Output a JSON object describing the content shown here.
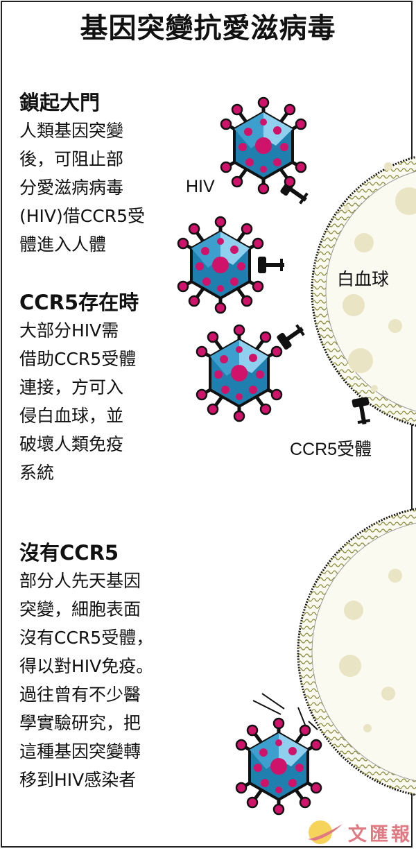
{
  "title": "基因突變抗愛滋病毒",
  "sections": [
    {
      "heading": "鎖起大門",
      "lines": [
        "人類基因突變",
        "後，可阻止部",
        "分愛滋病病毒",
        "(HIV)借CCR5受",
        "體進入人體"
      ]
    },
    {
      "heading": "CCR5存在時",
      "lines": [
        "大部分HIV需",
        "借助CCR5受體",
        "連接，方可入",
        "侵白血球，並",
        "破壞人類免疫",
        "系統"
      ]
    },
    {
      "heading": "沒有CCR5",
      "lines": [
        "部分人先天基因",
        "突變，細胞表面",
        "沒有CCR5受體，",
        "得以對HIV免疫。",
        "過往曾有不少醫",
        "學實驗研究，把",
        "這種基因突變轉",
        "移到HIV感染者"
      ]
    }
  ],
  "labels": {
    "hiv": "HIV",
    "white_cell": "白血球",
    "receptor": "CCR5受體"
  },
  "logo": {
    "text": "文匯報"
  },
  "colors": {
    "virus_dark": "#1f7fae",
    "virus_light": "#8fd0ef",
    "spike": "#d0136a",
    "membrane": "#8a8a3a",
    "cell_fill": "#fbfaf0",
    "logo": "#e07a82"
  }
}
